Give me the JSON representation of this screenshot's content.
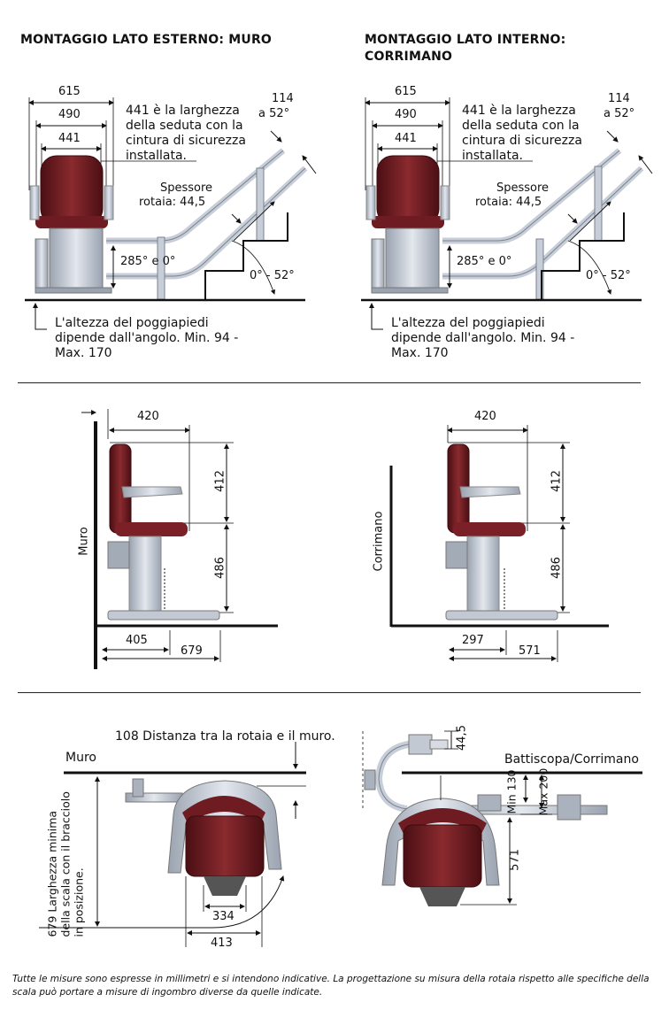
{
  "section1": {
    "left_title": "MONTAGGIO LATO ESTERNO: MURO",
    "right_title": "MONTAGGIO LATO INTERNO: CORRIMANO",
    "dim_615": "615",
    "dim_490": "490",
    "dim_441": "441",
    "seat_note": "441 è la larghezza della seduta con la cintura di sicurezza installata.",
    "rail_label_1": "Spessore",
    "rail_label_2": "rotaia: 44,5",
    "angle_114": "114",
    "angle_52": "a 52°",
    "angle_285": "285° e 0°",
    "angle_0_52": "0° - 52°",
    "footrest_note": "L'altezza del poggiapiedi dipende dall'angolo. Min. 94 - Max. 170"
  },
  "section2": {
    "left_wall_label": "Muro",
    "right_wall_label": "Corrimano",
    "dim_420": "420",
    "dim_412": "412",
    "dim_486": "486",
    "left_dim_405": "405",
    "left_dim_679": "679",
    "right_dim_297": "297",
    "right_dim_571": "571"
  },
  "section3": {
    "distance_note": "108 Distanza tra la rotaia e il muro.",
    "left_wall_label": "Muro",
    "right_wall_label": "Battiscopa/Corrimano",
    "dim_334": "334",
    "dim_413": "413",
    "min_width_note": "679 Larghezza minima della scala con il bracciolo in posizione.",
    "dim_44_5": "44,5",
    "min_130": "Min 130",
    "max_200": "Max 200",
    "dim_571": "571"
  },
  "footnote": "Tutte le misure sono espresse in millimetri e si intendono indicative. La progettazione su misura della rotaia rispetto alle specifiche della scala può portare a misure di ingombro diverse da quelle indicate."
}
